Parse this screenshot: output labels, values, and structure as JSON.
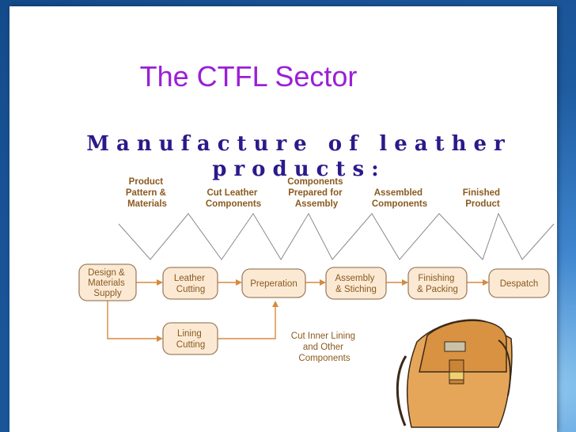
{
  "title": "The CTFL Sector",
  "subtitle": "Manufacture of leather products:",
  "top_labels": [
    [
      "Product",
      "Pattern &",
      "Materials"
    ],
    [
      "Cut Leather",
      "Components"
    ],
    [
      "Components",
      "Prepared for",
      "Assembly"
    ],
    [
      "Assembled",
      "Components"
    ],
    [
      "Finished",
      "Product"
    ]
  ],
  "process_boxes": [
    [
      "Design &",
      "Materials",
      "Supply"
    ],
    [
      "Leather",
      "Cutting"
    ],
    [
      "Preperation"
    ],
    [
      "Assembly",
      "& Stiching"
    ],
    [
      "Finishing",
      "& Packing"
    ],
    [
      "Despatch"
    ]
  ],
  "lining_box": [
    "Lining",
    "Cutting"
  ],
  "inner_lining_label": [
    "Cut Inner Lining",
    "and Other",
    "Components"
  ],
  "colors": {
    "title": "#9b1fd6",
    "subtitle": "#2a1a8a",
    "box_fill": "#fbe9d4",
    "flow": "#d68a3c",
    "label": "#8a5a1e"
  }
}
